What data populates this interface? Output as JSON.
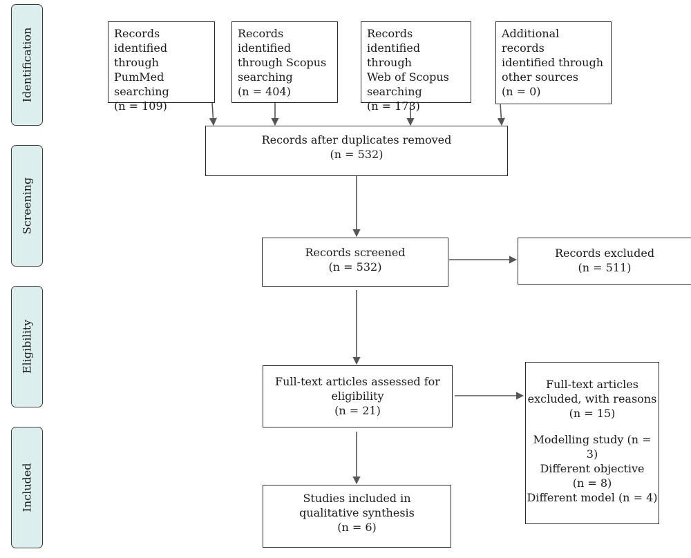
{
  "phases": {
    "identification": "Identification",
    "screening": "Screening",
    "eligibility": "Eligibility",
    "included": "Included"
  },
  "identification_boxes": {
    "pubmed": [
      "Records",
      "identified",
      "through PumMed",
      "searching",
      "(n = 109)"
    ],
    "scopus": [
      "Records",
      "identified",
      "through Scopus",
      "searching",
      "(n = 404)"
    ],
    "wos": [
      "Records",
      "identified through",
      "Web of Scopus",
      "searching",
      "(n = 173)"
    ],
    "other": [
      "Additional records",
      "identified through",
      "other sources",
      "(n = 0)"
    ]
  },
  "duplicates_removed": [
    "Records after duplicates removed",
    "(n = 532)"
  ],
  "screened": [
    "Records screened",
    "(n = 532)"
  ],
  "excluded": [
    "Records excluded",
    "(n = 511)"
  ],
  "fulltext_assessed": [
    "Full-text articles assessed for",
    "eligibility",
    "(n = 21)"
  ],
  "fulltext_excluded": {
    "header": [
      "Full-text articles",
      "excluded, with reasons",
      "(n = 15)"
    ],
    "reasons": [
      "Modelling study (n = 3)",
      "Different objective",
      "(n = 8)",
      "Different model (n = 4)"
    ]
  },
  "included_studies": [
    "Studies included in",
    "qualitative synthesis",
    "(n = 6)"
  ],
  "colors": {
    "phase_fill": "#dcefee",
    "stroke": "#2a2a2a",
    "arrow": "#555555"
  }
}
